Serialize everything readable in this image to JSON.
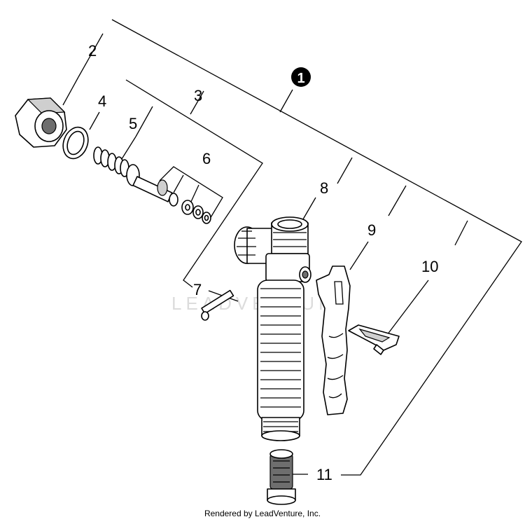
{
  "diagram": {
    "callouts": {
      "main": "1",
      "c2": "2",
      "c3": "3",
      "c4": "4",
      "c5": "5",
      "c6": "6",
      "c7": "7",
      "c8": "8",
      "c9": "9",
      "c10": "10",
      "c11": "11"
    },
    "watermark": "LEADVENTURE"
  },
  "footer": {
    "credit": "Rendered by LeadVenture, Inc."
  }
}
